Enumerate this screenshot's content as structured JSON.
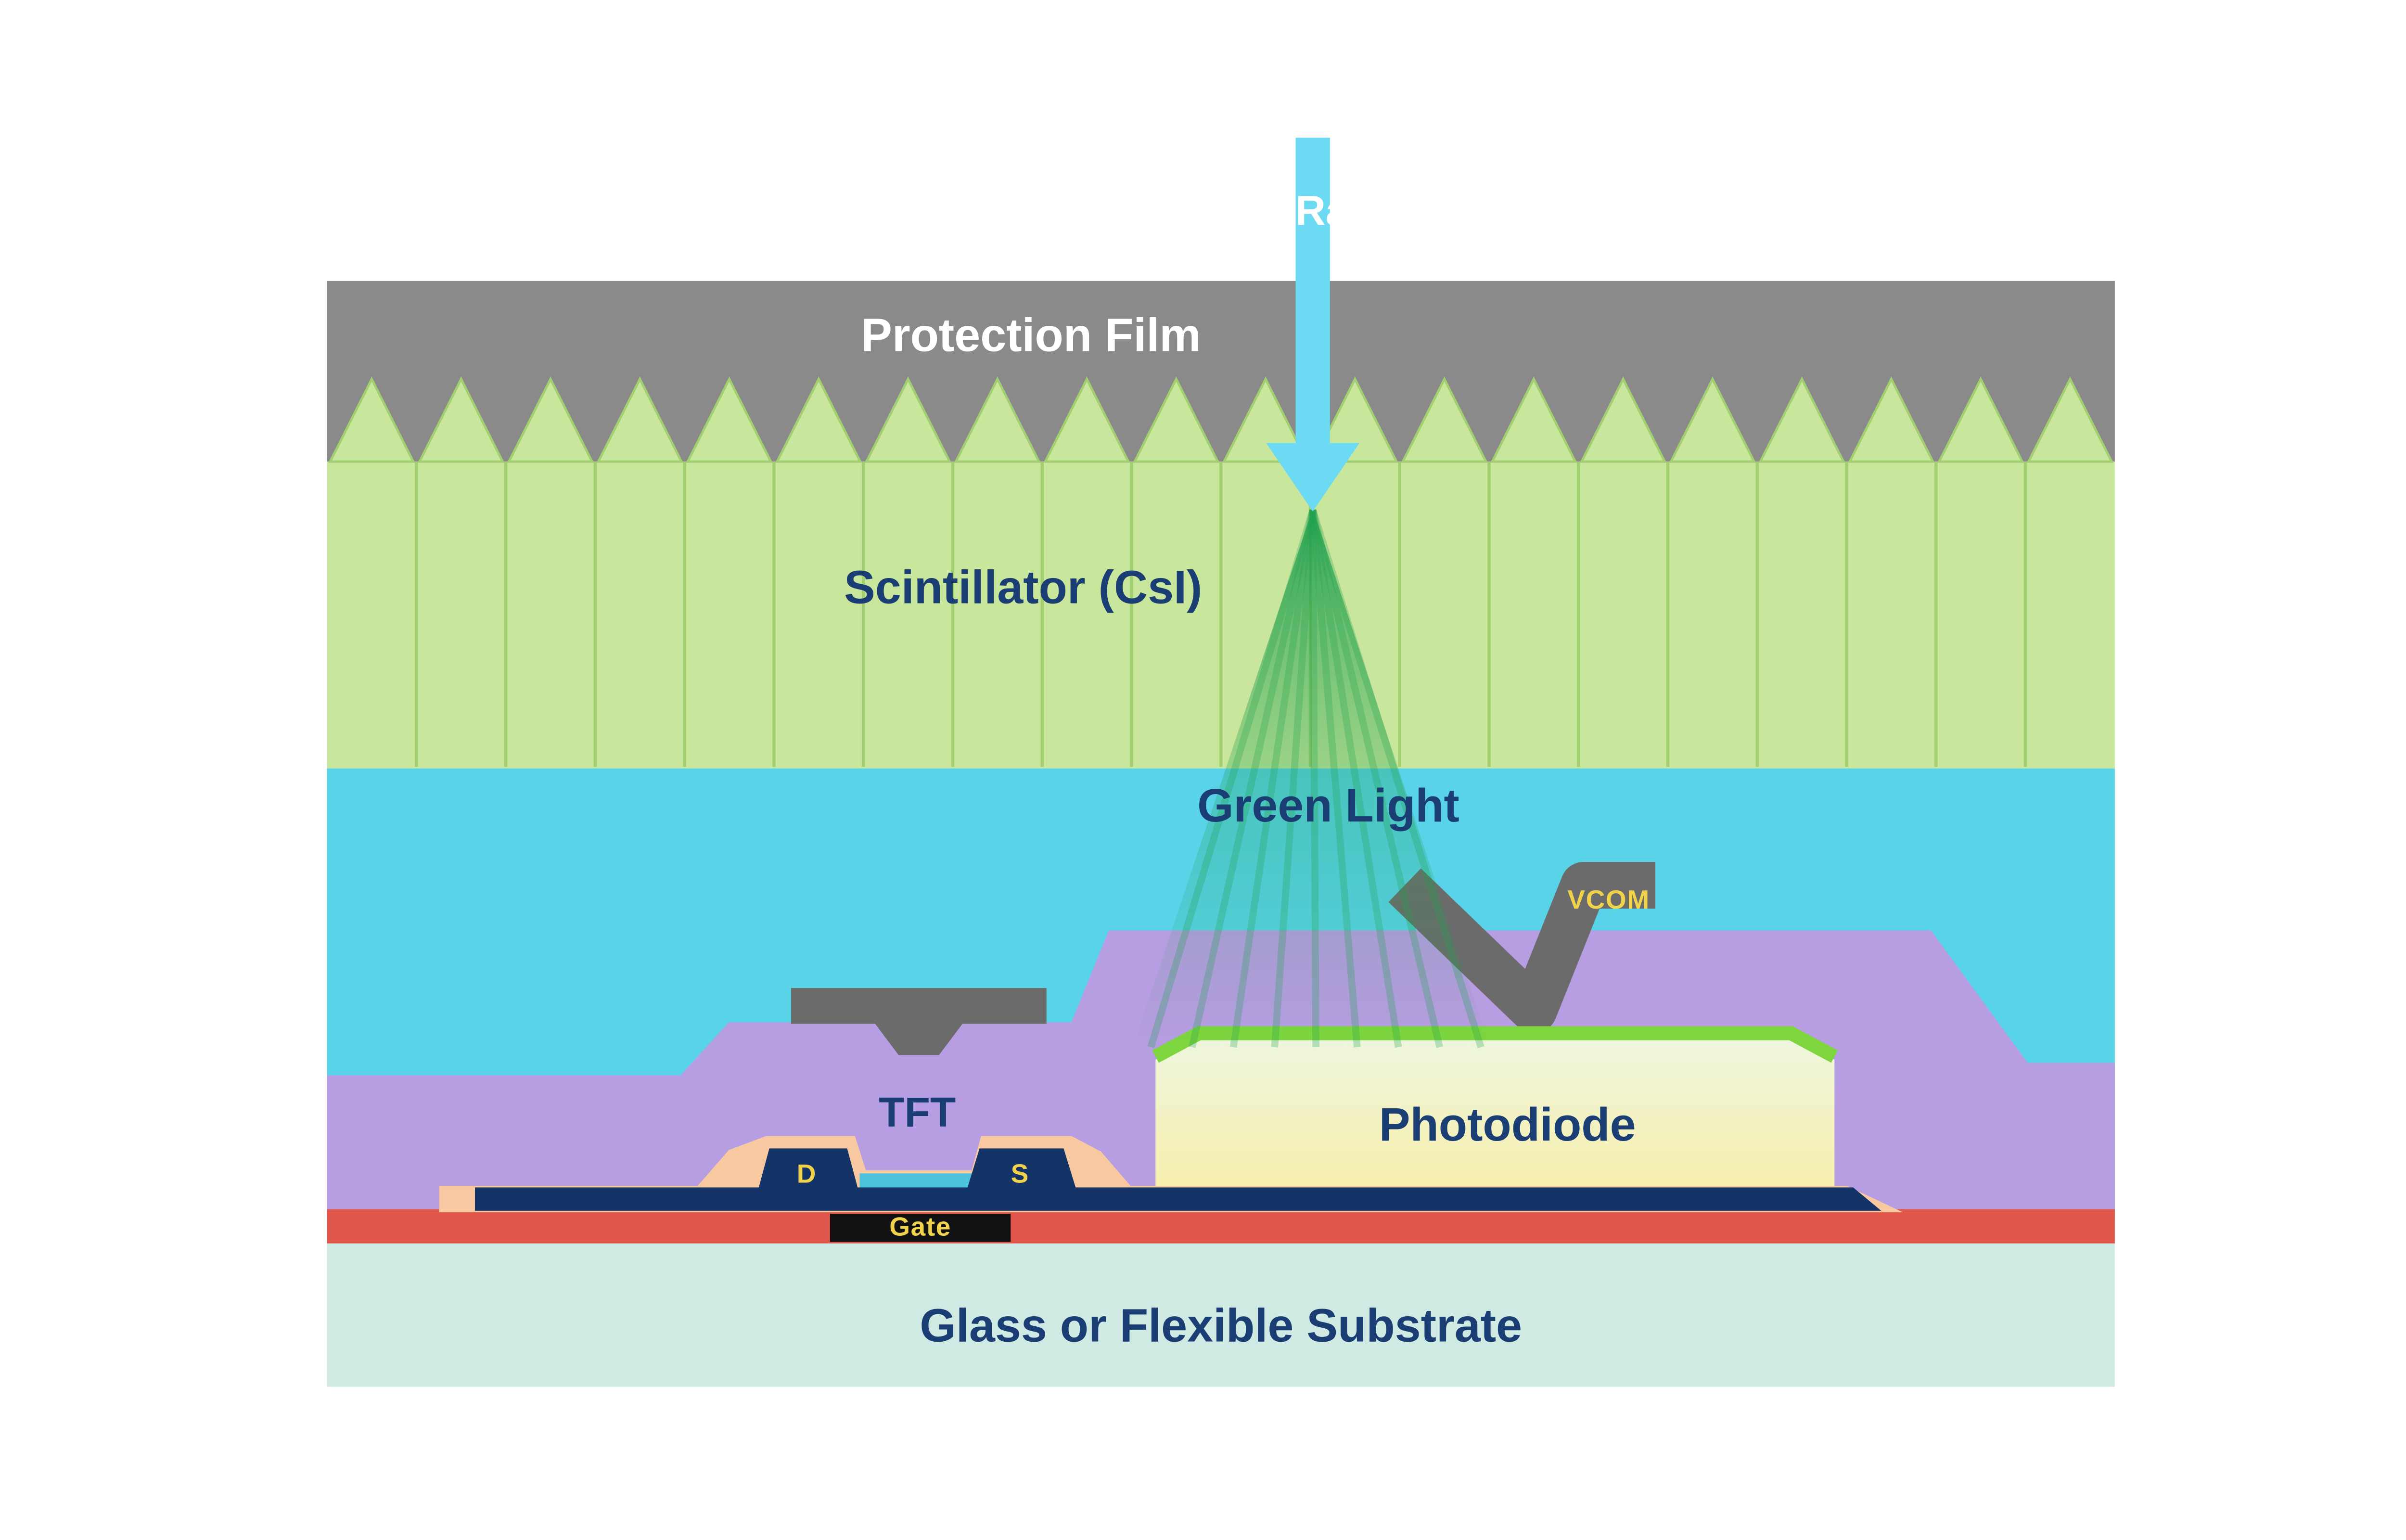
{
  "labels": {
    "xray": "X-Ray",
    "protection_film": "Protection Film",
    "scintillator": "Scintillator (CsI)",
    "green_light": "Green Light",
    "vcom": "VCOM",
    "photodiode": "Photodiode",
    "tft": "TFT",
    "drain": "D",
    "source": "S",
    "gate": "Gate",
    "substrate": "Glass or Flexible Substrate"
  },
  "colors": {
    "background": "#ffffff",
    "protection_film": "#8a8a8a",
    "scintillator": "#c9e79c",
    "scintillator_line": "#a2cf70",
    "cyan_layer": "#59d3e8",
    "xray_arrow": "#6cdaf3",
    "green_ray": "#21a24f",
    "passivation_purple": "#b79de2",
    "metal_gray": "#6b6b6b",
    "photodiode_top_green": "#7ed63f",
    "photodiode_fill_top": "#eef6e0",
    "photodiode_fill_bottom": "#f6efae",
    "peach_layer": "#f8c9a1",
    "electrode_navy": "#143468",
    "channel_blue": "#4fc3dc",
    "gate_black": "#111111",
    "red_layer": "#e0564a",
    "substrate_mint": "#cfe9e3",
    "label_navy": "#1a3e74",
    "label_yellow": "#f1d24b",
    "label_white": "#ffffff"
  }
}
